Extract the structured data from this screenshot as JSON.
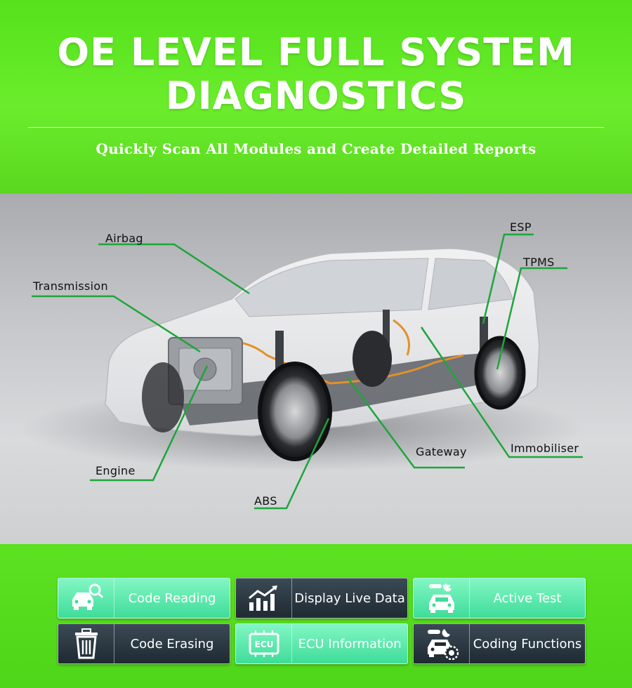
{
  "header": {
    "title_line1": "OE LEVEL FULL SYSTEM",
    "title_line2": "DIAGNOSTICS",
    "subtitle": "Quickly Scan All Modules and Create Detailed Reports"
  },
  "callouts": {
    "airbag": "Airbag",
    "transmission": "Transmission",
    "engine": "Engine",
    "abs": "ABS",
    "gateway": "Gateway",
    "immobiliser": "Immobiliser",
    "esp": "ESP",
    "tpms": "TPMS"
  },
  "features": [
    {
      "label": "Code Reading",
      "icon": "car-search-icon",
      "style": "light"
    },
    {
      "label": "Display Live Data",
      "icon": "chart-trend-icon",
      "style": "dark"
    },
    {
      "label": "Active Test",
      "icon": "car-wrench-icon",
      "style": "light"
    },
    {
      "label": "Code Erasing",
      "icon": "trash-icon",
      "style": "dark"
    },
    {
      "label": "ECU Information",
      "icon": "ecu-chip-icon",
      "style": "light"
    },
    {
      "label": "Coding Functions",
      "icon": "car-gear-icon",
      "style": "dark"
    }
  ],
  "colors": {
    "brand_green": "#57e21e",
    "callout_line": "#1ea53c",
    "button_light": "#3fdc9a",
    "button_dark": "#1f2a32"
  }
}
